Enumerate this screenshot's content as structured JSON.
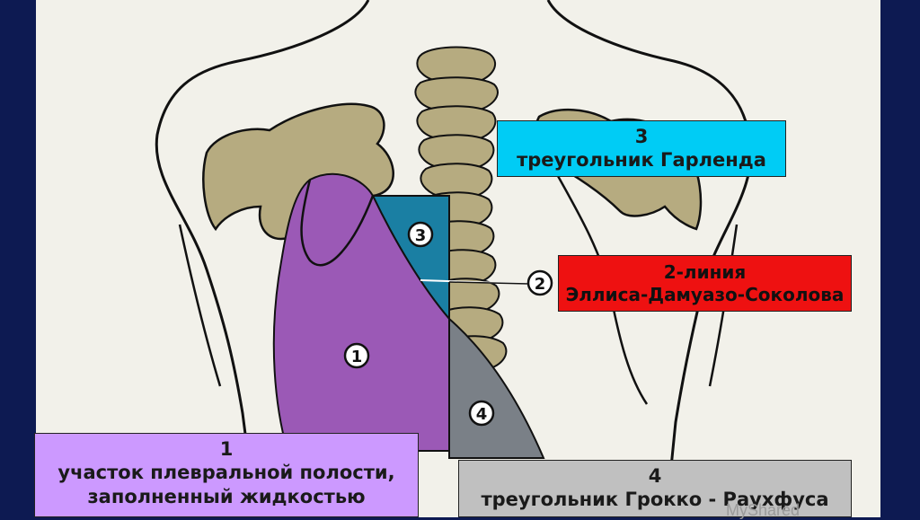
{
  "colors": {
    "background": "#0d1a52",
    "frame": "#f2f1ea",
    "bone": "#b6ab80",
    "pleural_region": "#9b59b6",
    "garland_triangle": "#1a7fa3",
    "grocco_triangle": "#7a8087",
    "callout_3": "#00ccf5",
    "callout_2": "#ee1111",
    "callout_1": "#cc99ff",
    "callout_4": "#c0c0c0"
  },
  "badges": {
    "b1": "1",
    "b2": "2",
    "b3": "3",
    "b4": "4"
  },
  "callouts": {
    "c3": {
      "num": "3",
      "text": "треугольник Гарленда"
    },
    "c2": {
      "num": "2-линия",
      "text": "Эллиса-Дамуазо-Соколова"
    },
    "c1": {
      "num": "1",
      "line1": "участок плевральной полости,",
      "line2": "заполненный жидкостью"
    },
    "c4": {
      "num": "4",
      "text": "треугольник Грокко - Раухфуса"
    }
  },
  "watermark": "MyShared"
}
